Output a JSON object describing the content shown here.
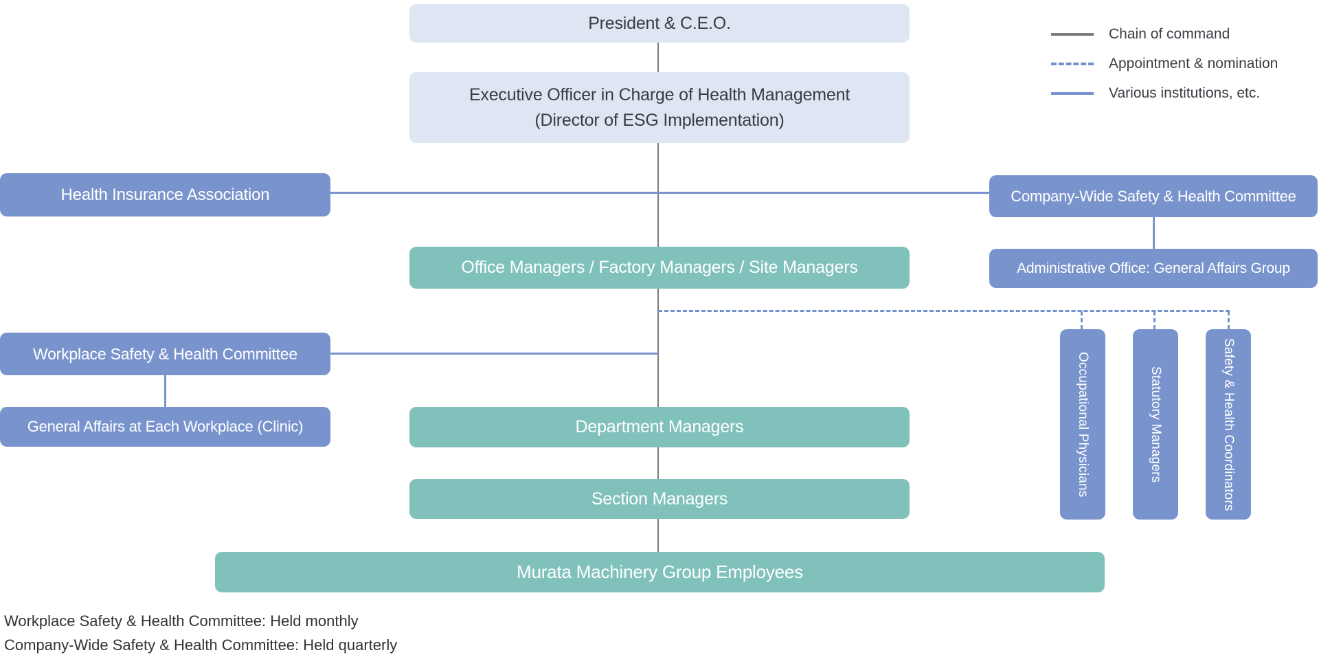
{
  "diagram": {
    "boxes": {
      "president": {
        "label": "President & C.E.O."
      },
      "executive": {
        "label_line1": "Executive Officer in Charge of Health Management",
        "label_line2": "(Director of ESG Implementation)"
      },
      "health_insurance": {
        "label": "Health Insurance Association"
      },
      "company_wide_committee": {
        "label": "Company-Wide Safety & Health Committee"
      },
      "office_managers": {
        "label": "Office Managers / Factory Managers / Site Managers"
      },
      "admin_office": {
        "label": "Administrative Office: General Affairs Group"
      },
      "workplace_committee": {
        "label": "Workplace Safety & Health Committee"
      },
      "general_affairs": {
        "label": "General Affairs at Each Workplace (Clinic)"
      },
      "department_managers": {
        "label": "Department Managers"
      },
      "section_managers": {
        "label": "Section Managers"
      },
      "occupational_physicians": {
        "label": "Occupational Physicians"
      },
      "statutory_managers": {
        "label": "Statutory Managers"
      },
      "safety_coordinators": {
        "label": "Safety & Health Coordinators"
      },
      "employees": {
        "label": "Murata Machinery Group Employees"
      }
    },
    "legend": {
      "chain_of_command": "Chain of command",
      "appointment_nomination": "Appointment & nomination",
      "various_institutions": "Various institutions, etc."
    },
    "notes": {
      "line1": "Workplace Safety & Health Committee: Held monthly",
      "line2": "Company-Wide Safety & Health Committee: Held quarterly"
    },
    "colors": {
      "box_light": "#dee5f3",
      "box_blue": "#7994cd",
      "box_teal": "#80c2bb",
      "chain_line_gray": "#7a7a7a",
      "institution_line_blue": "#7994cd",
      "nomination_dashed_blue": "#7390ca",
      "dark_text": "#3a3c42",
      "white_text": "#ffffff"
    }
  }
}
